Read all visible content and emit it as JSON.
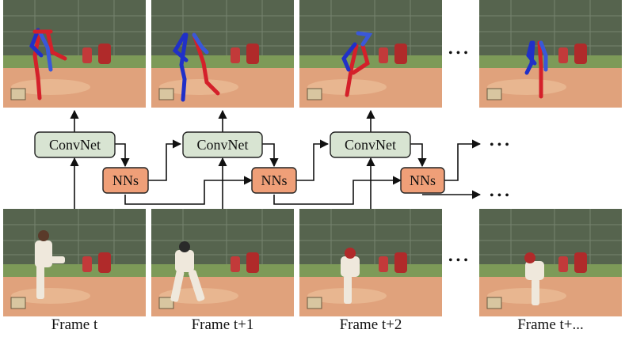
{
  "frames": [
    {
      "caption": "Frame t"
    },
    {
      "caption": "Frame t+1"
    },
    {
      "caption": "Frame t+2"
    },
    {
      "caption": "Frame t+..."
    }
  ],
  "blocks": {
    "convnet_label": "ConvNet",
    "nns_label": "NNs"
  },
  "ellipsis": "• • •",
  "colors": {
    "convnet_fill": "#d8e4d2",
    "nns_fill": "#ef9f78",
    "sky": "#3f4a3c",
    "stands": "#5d6b55",
    "grass": "#7d9a58",
    "dirt": "#e0a27c",
    "skeleton_right": "#d4202a",
    "skeleton_left": "#2030c8"
  }
}
